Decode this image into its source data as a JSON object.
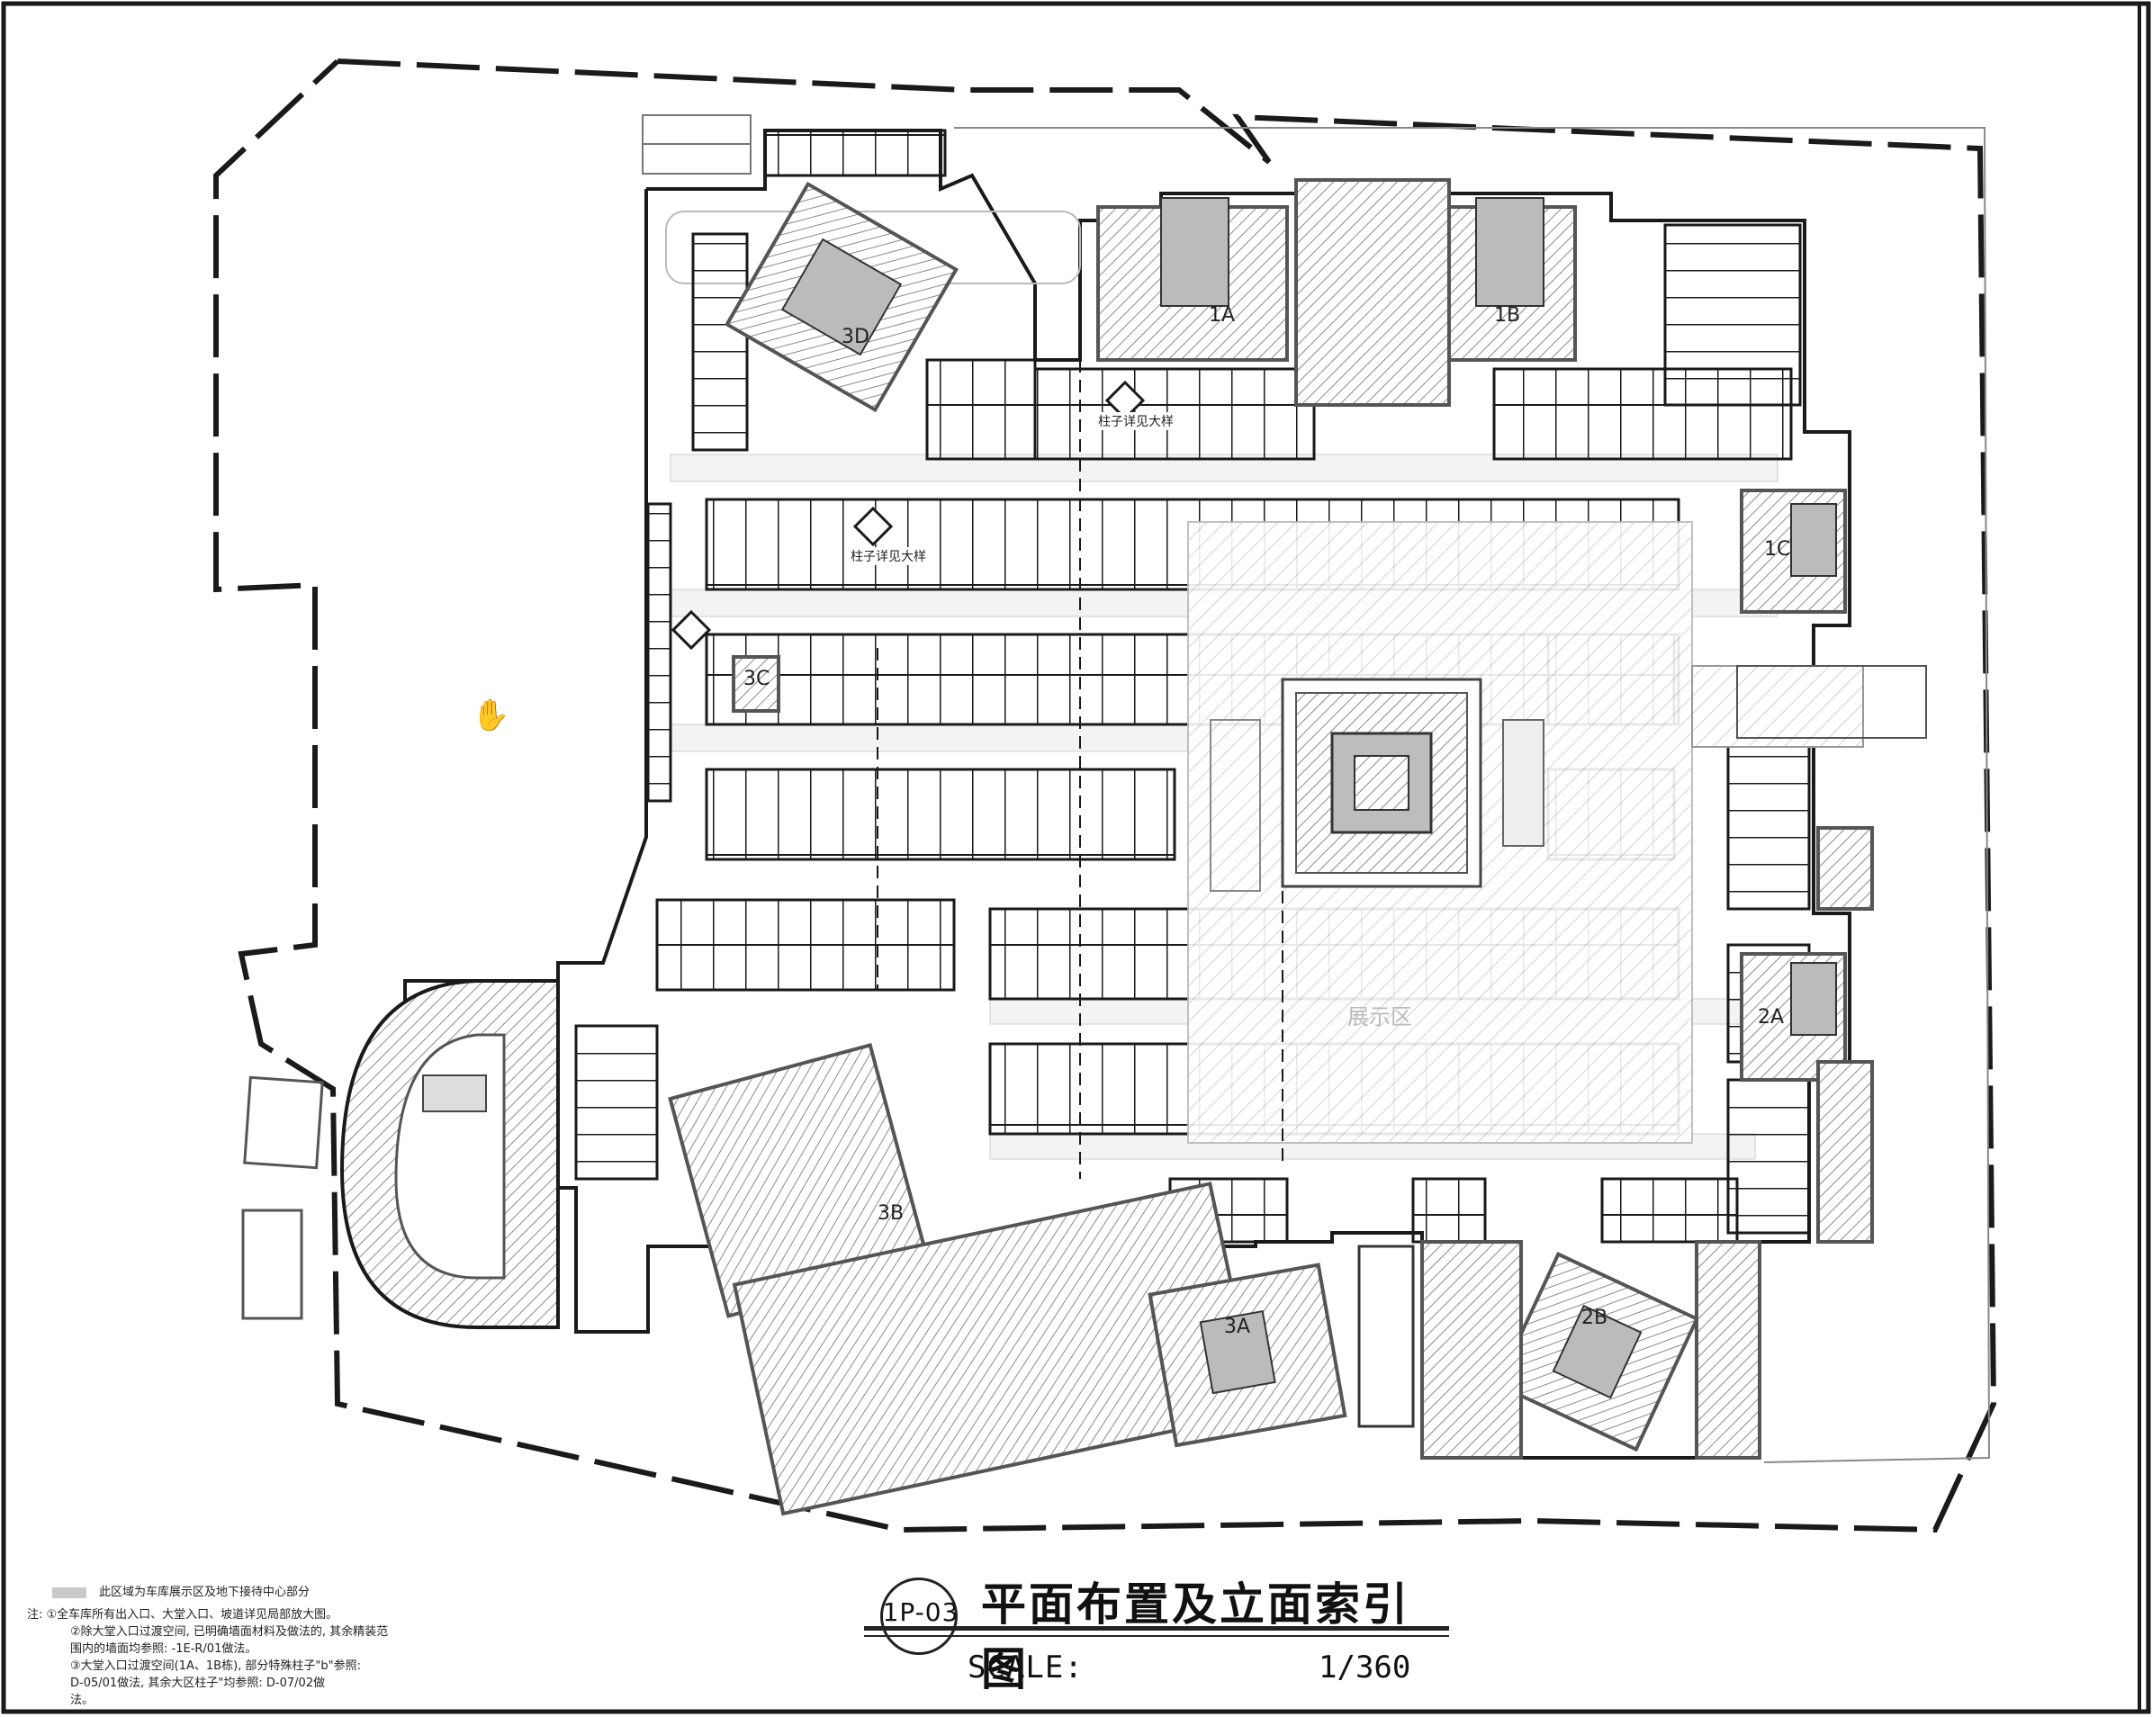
{
  "title": "平面布置及立面索引图",
  "drawing_ref": "1P-03",
  "scale_label": "SCALE:",
  "scale_value": "1/360",
  "legend_text": "此区域为车库展示区及地下接待中心部分",
  "notes": [
    "注: ①全车库所有出入口、大堂入口、坡道详见局部放大图。",
    "②除大堂入口过渡空间, 已明确墙面材料及做法的, 其余精装范",
    "围内的墙面均参照: -1E-R/01做法。",
    "③大堂入口过渡空间(1A、1B栋), 部分特殊柱子\"b\"参照:",
    "D-05/01做法, 其余大区柱子\"均参照: D-07/02做",
    "法。"
  ],
  "buildings": {
    "b3D": "3D",
    "b1A": "1A",
    "b1B": "1B",
    "b1C": "1C",
    "b3C": "3C",
    "b2A": "2A",
    "b3B": "3B",
    "b3A": "3A",
    "b2B": "2B"
  },
  "zone_label": "展示区",
  "callouts": {
    "c1": "柱子详见大样",
    "c2": "柱子详见大样"
  },
  "colors": {
    "line": "#1a1a1a",
    "hatch": "#9a9a9a",
    "highlight": "#c9c9c9",
    "zone_text": "#bbbbbb"
  },
  "icons": [
    "hand-cursor-icon",
    "section-marker-icon",
    "elevator-icon"
  ]
}
